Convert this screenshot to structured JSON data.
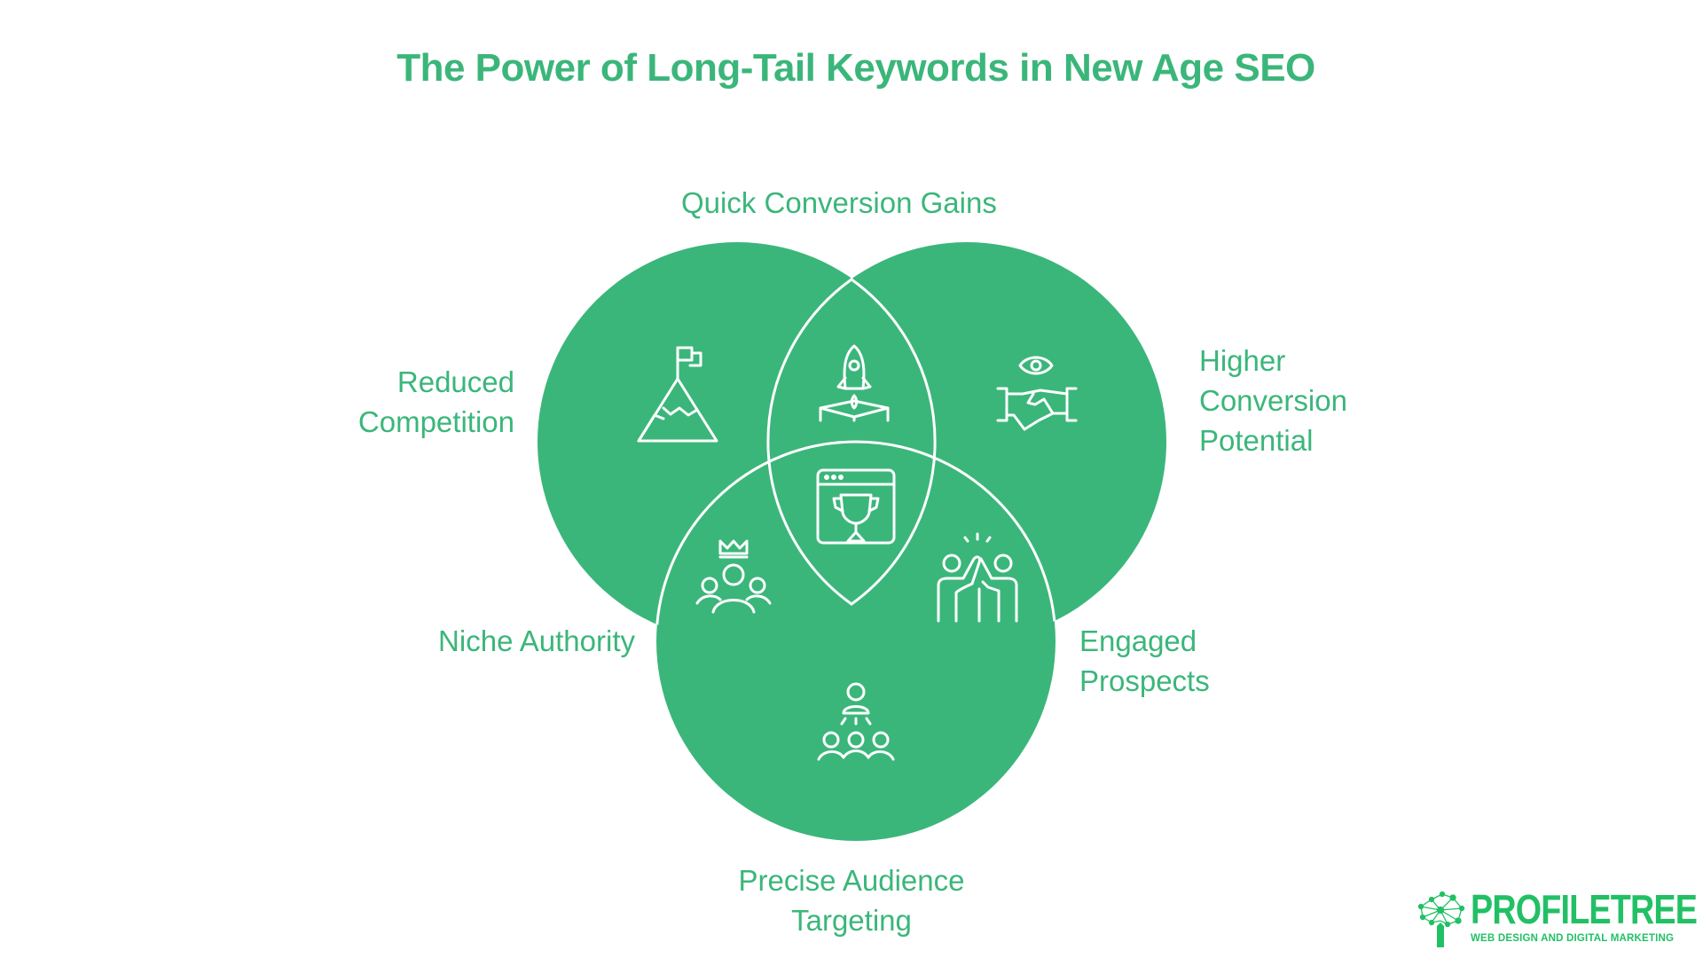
{
  "title": "The Power of Long-Tail Keywords in New Age SEO",
  "colors": {
    "accent": "#3bb67a",
    "circle_fill": "#3bb67a",
    "outline": "#ffffff",
    "logo": "#22c065"
  },
  "sets": [
    {
      "id": "left",
      "label_lines": [
        "Reduced",
        "Competition"
      ],
      "icon": "mountain-flag-icon"
    },
    {
      "id": "right",
      "label_lines": [
        "Higher",
        "Conversion",
        "Potential"
      ],
      "icon": "eye-handshake-icon"
    },
    {
      "id": "bottom",
      "label_lines": [
        "Precise Audience",
        "Targeting"
      ],
      "icon": "audience-targeting-icon"
    }
  ],
  "intersections": [
    {
      "id": "left-right",
      "label_lines": [
        "Quick Conversion Gains"
      ],
      "icon": "rocket-launch-icon"
    },
    {
      "id": "left-bottom",
      "label_lines": [
        "Niche Authority"
      ],
      "icon": "crowned-group-icon"
    },
    {
      "id": "right-bottom",
      "label_lines": [
        "Engaged",
        "Prospects"
      ],
      "icon": "high-five-icon"
    },
    {
      "id": "center",
      "label_lines": [],
      "icon": "trophy-window-icon"
    }
  ],
  "logo": {
    "name": "PROFILETREE",
    "tagline": "WEB DESIGN AND DIGITAL MARKETING"
  }
}
